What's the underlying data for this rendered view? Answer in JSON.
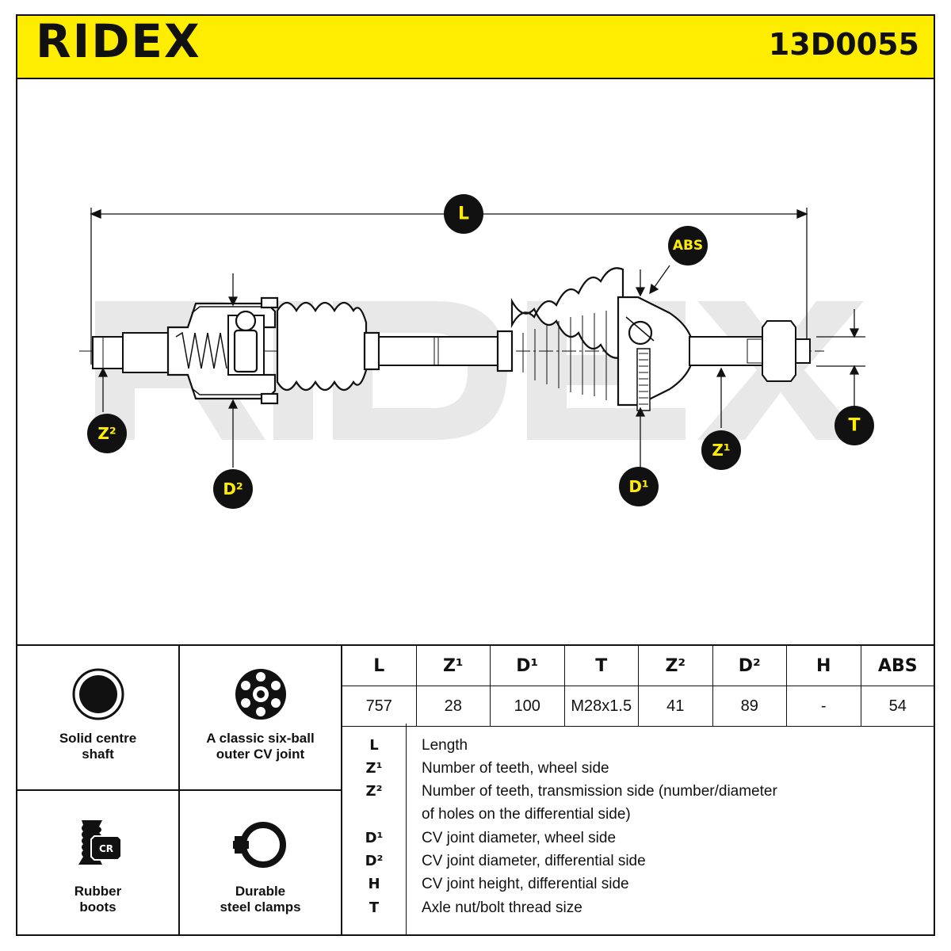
{
  "brand": "RIDEX",
  "part_number": "13D0055",
  "diagram": {
    "labels": {
      "L": "L",
      "ABS": "ABS",
      "Z2": "Z²",
      "D2": "D²",
      "D1": "D¹",
      "Z1": "Z¹",
      "T": "T"
    },
    "colors": {
      "badge_bg": "#111111",
      "badge_text": "#ffed00",
      "watermark": "#e6e6e6"
    }
  },
  "features": [
    {
      "icon": "solid-shaft-icon",
      "label_line1": "Solid centre",
      "label_line2": "shaft"
    },
    {
      "icon": "six-ball-joint-icon",
      "label_line1": "A classic six-ball",
      "label_line2": "outer CV joint"
    },
    {
      "icon": "rubber-boot-cr-icon",
      "label_line1": "Rubber",
      "label_line2": "boots",
      "icon_text": "CR"
    },
    {
      "icon": "steel-clamp-icon",
      "label_line1": "Durable",
      "label_line2": "steel clamps"
    }
  ],
  "spec_table": {
    "headers": [
      "L",
      "Z¹",
      "D¹",
      "T",
      "Z²",
      "D²",
      "H",
      "ABS"
    ],
    "values": [
      "757",
      "28",
      "100",
      "M28x1.5",
      "41",
      "89",
      "-",
      "54"
    ]
  },
  "legend": [
    {
      "symbol": "L",
      "text": "Length"
    },
    {
      "symbol": "Z¹",
      "text": "Number of teeth, wheel side"
    },
    {
      "symbol": "Z²",
      "text": "Number of teeth, transmission side (number/diameter"
    },
    {
      "symbol": "",
      "text": "of holes on the differential side)"
    },
    {
      "symbol": "D¹",
      "text": "CV joint diameter, wheel side"
    },
    {
      "symbol": "D²",
      "text": "CV joint diameter, differential side"
    },
    {
      "symbol": "H",
      "text": "CV joint height, differential side"
    },
    {
      "symbol": "T",
      "text": "Axle nut/bolt thread size"
    }
  ],
  "colors": {
    "header_yellow": "#ffed00",
    "line": "#111111"
  }
}
